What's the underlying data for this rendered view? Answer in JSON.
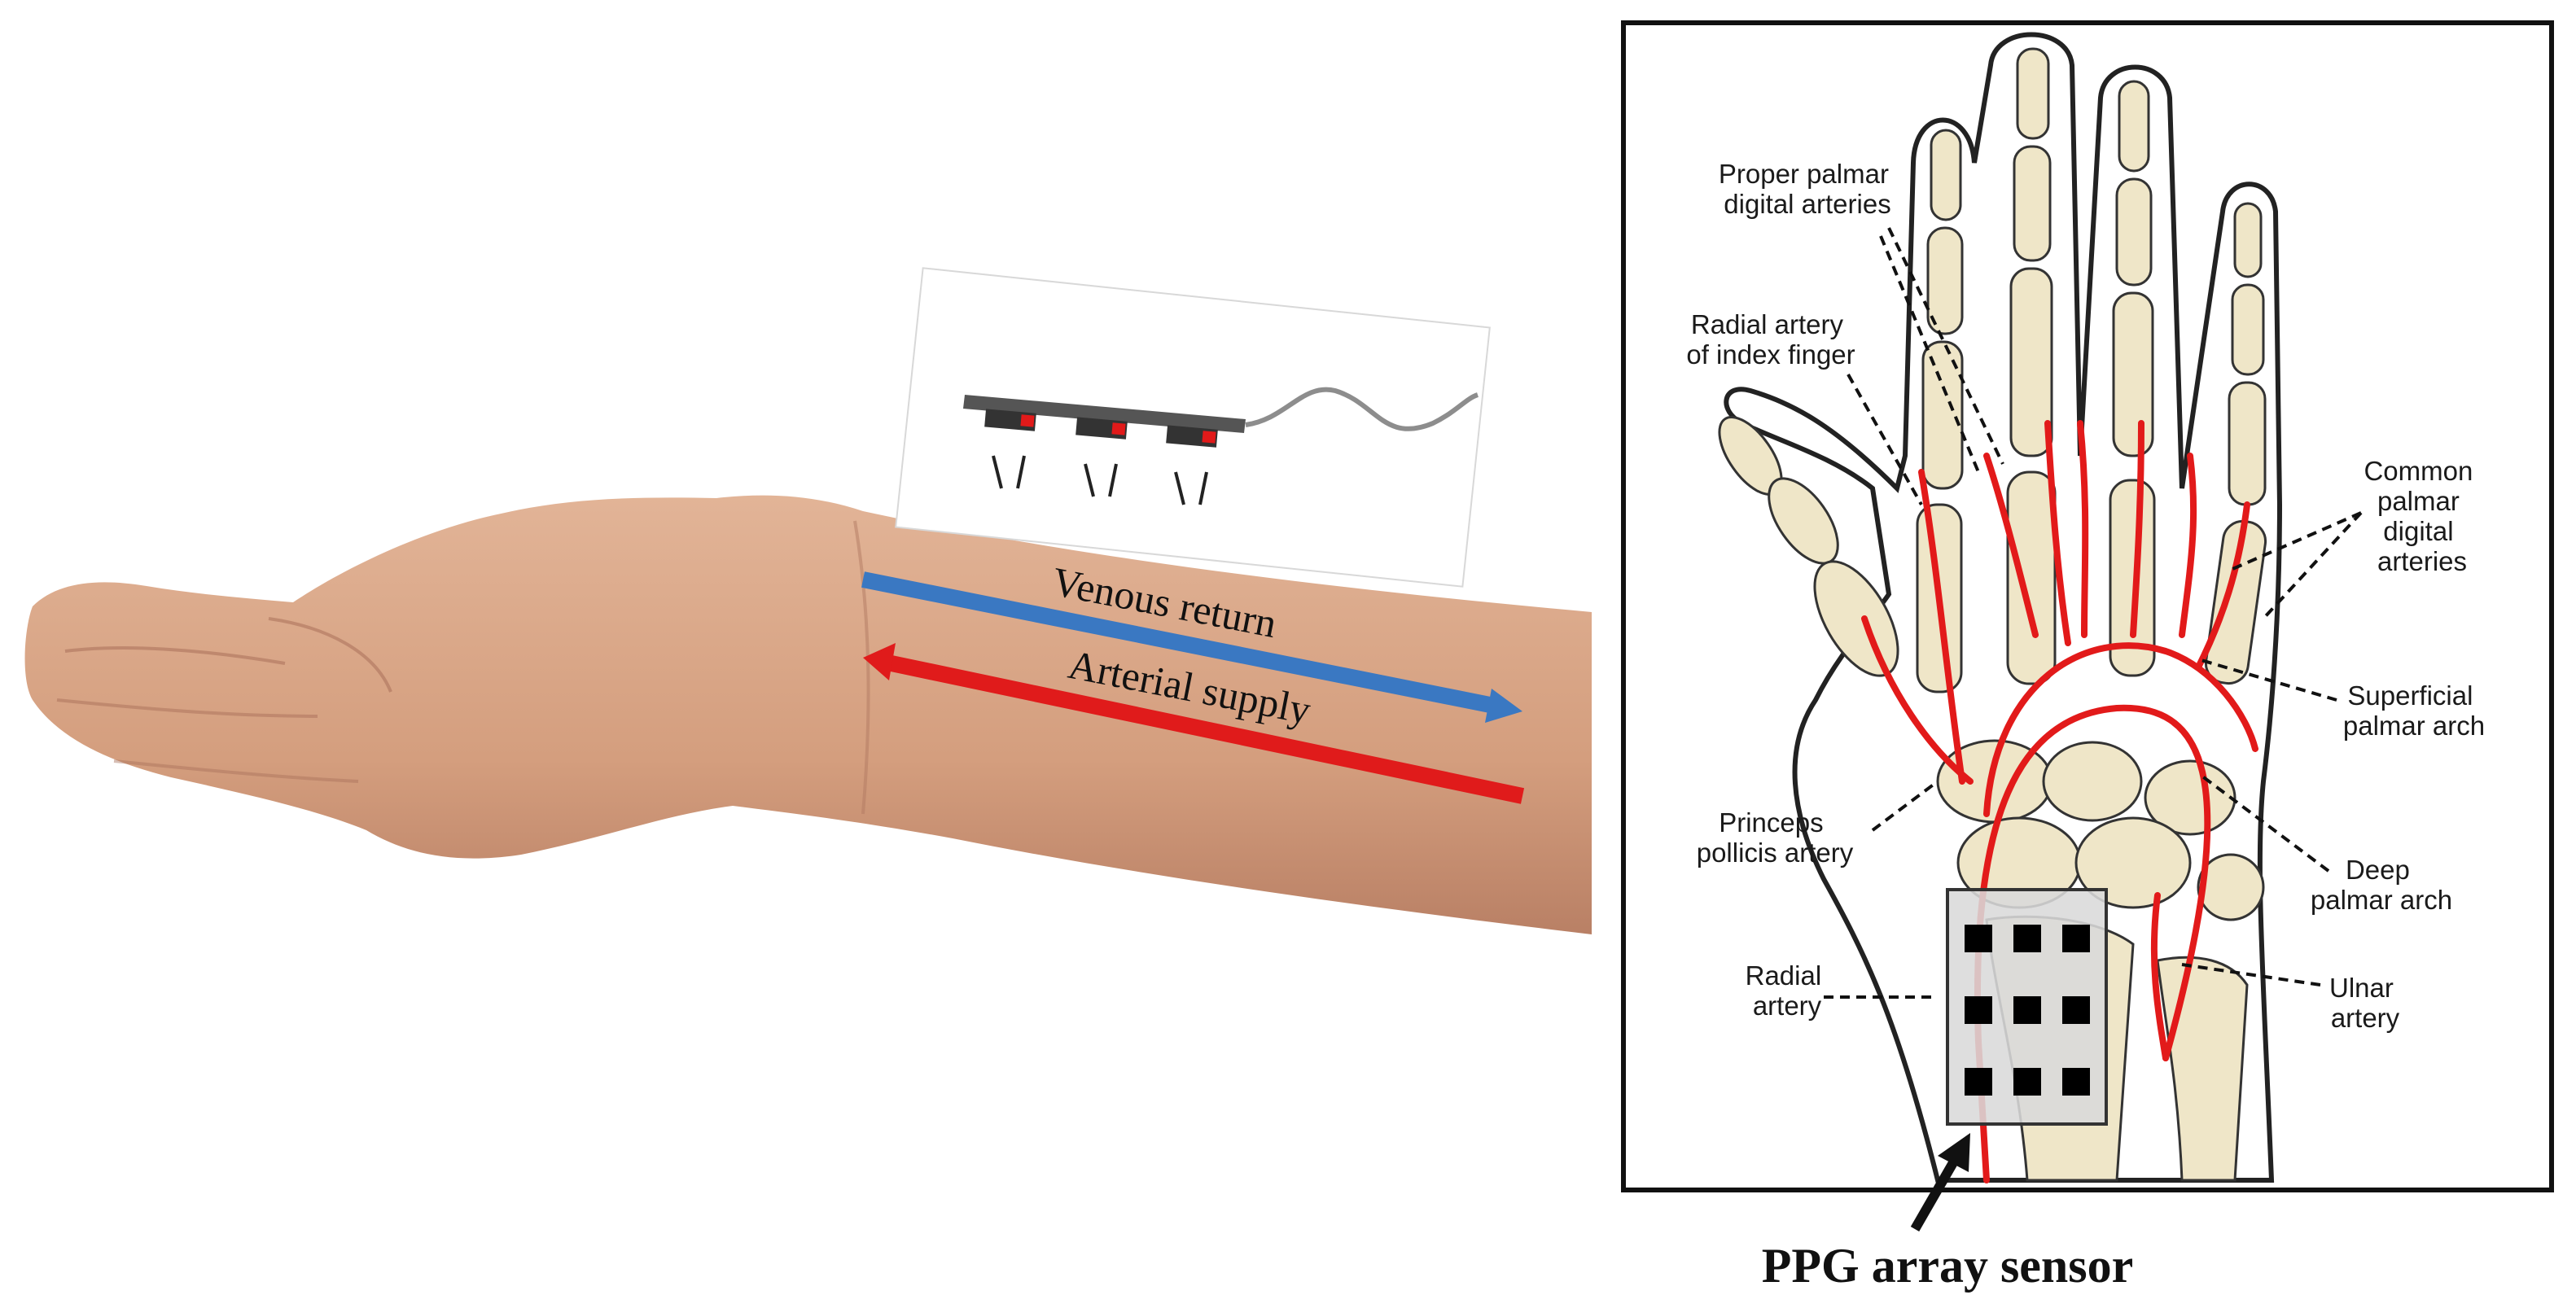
{
  "arm": {
    "venous_label": "Venous return",
    "arterial_label": "Arterial supply",
    "venous_color": "#3a78c2",
    "arterial_color": "#e01b1b",
    "skin_color": "#d8a585"
  },
  "hand_diagram": {
    "labels": {
      "proper_palmar": [
        "Proper palmar",
        "digital arteries"
      ],
      "radial_index": [
        "Radial artery",
        "of index finger"
      ],
      "common_palmar": [
        "Common",
        "palmar",
        "digital",
        "arteries"
      ],
      "superficial_arch": [
        "Superficial",
        "palmar arch"
      ],
      "princeps": [
        "Princeps",
        "pollicis artery"
      ],
      "deep_arch": [
        "Deep",
        "palmar arch"
      ],
      "radial_artery": [
        "Radial",
        "artery"
      ],
      "ulnar_artery": [
        "Ulnar",
        "artery"
      ]
    },
    "bone_color": "#efe6c8",
    "artery_color": "#e21a1a"
  },
  "sensor": {
    "caption": "PPG array sensor",
    "rows": 3,
    "cols": 3
  }
}
